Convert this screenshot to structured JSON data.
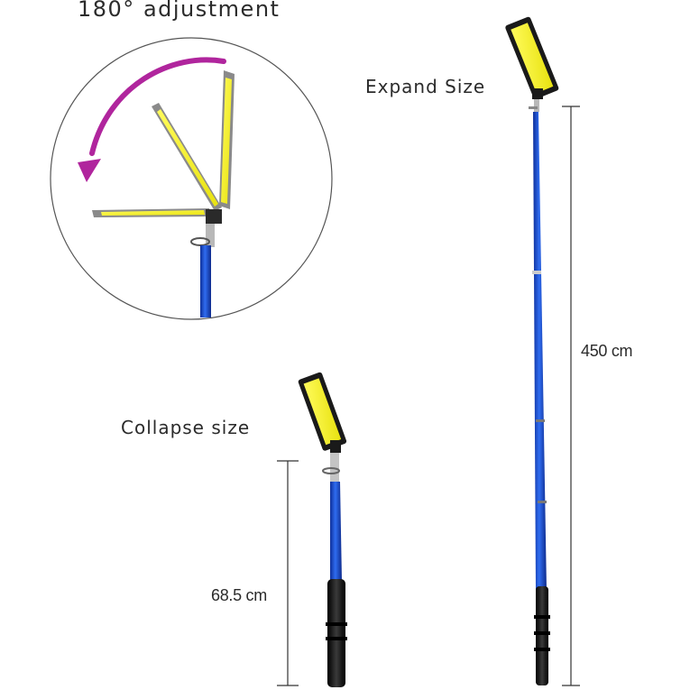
{
  "labels": {
    "adjustment": "180° adjustment",
    "expand": "Expand Size",
    "collapse": "Collapse size",
    "expand_length": "450 cm",
    "collapse_length": "68.5 cm"
  },
  "colors": {
    "panel_yellow": "#f2ee1f",
    "pole_blue": "#1f4fd6",
    "grip_black": "#1a1a1a",
    "arrow_magenta": "#b0259d",
    "circle_gray": "#555555"
  }
}
